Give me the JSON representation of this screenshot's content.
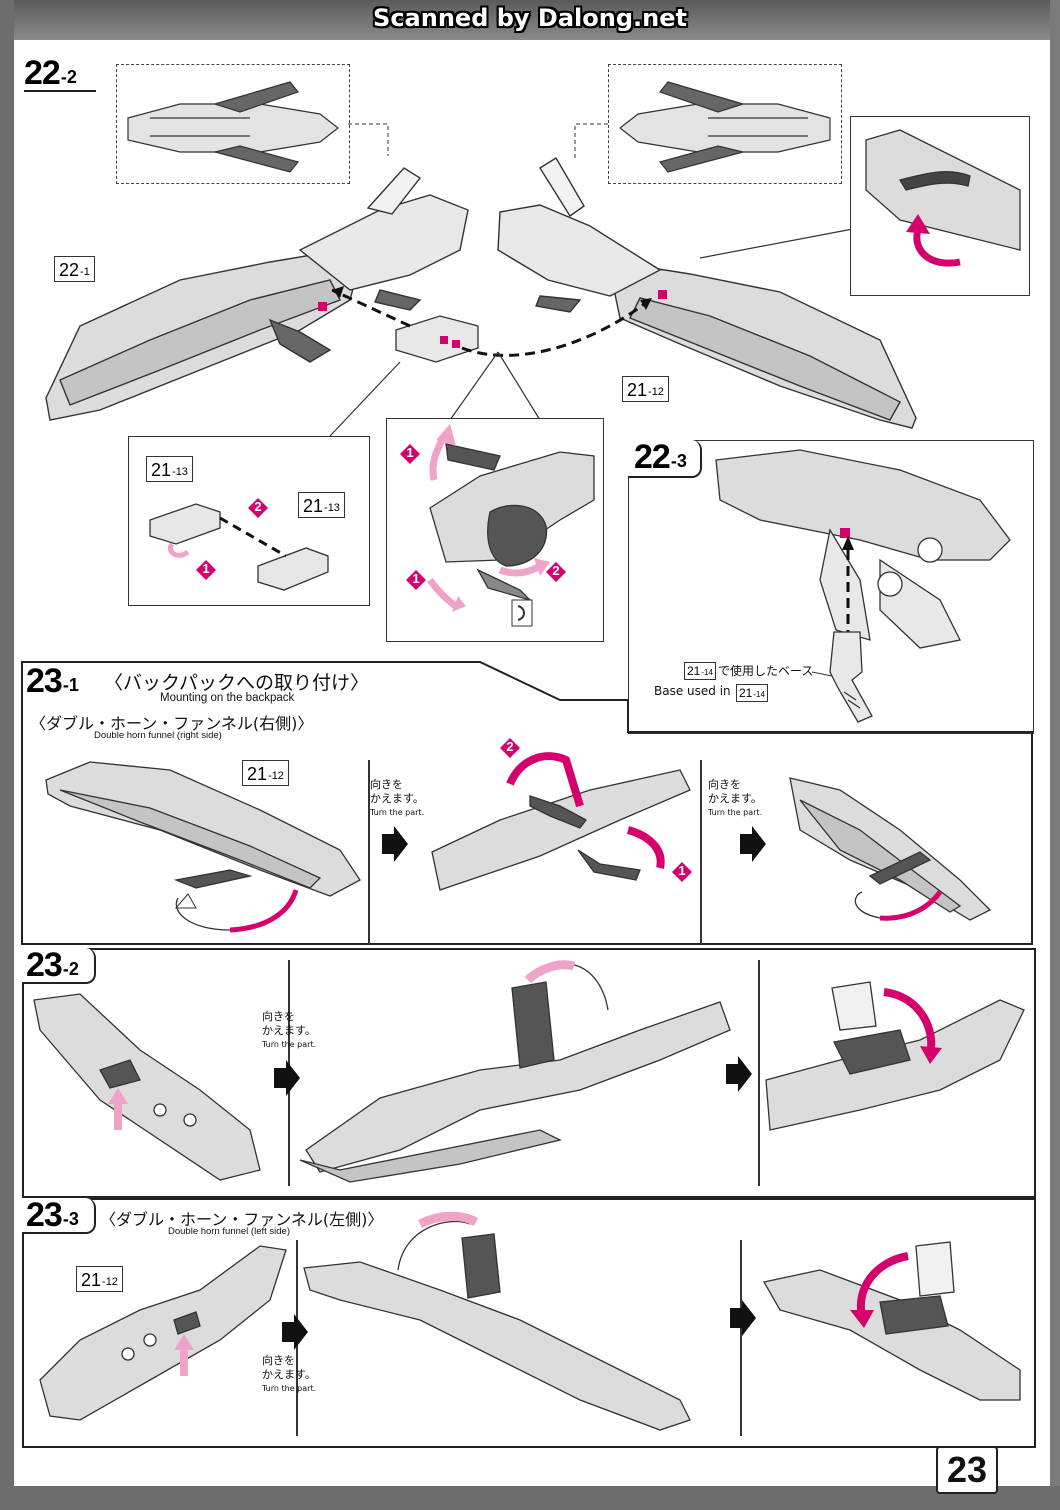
{
  "scan_credit": "Scanned by Dalong.net",
  "page_number": "23",
  "steps": {
    "s22_2": {
      "big": "22",
      "small": "-2"
    },
    "s22_3": {
      "big": "22",
      "small": "-3"
    },
    "s23_1": {
      "big": "23",
      "small": "-1"
    },
    "s23_2": {
      "big": "23",
      "small": "-2"
    },
    "s23_3": {
      "big": "23",
      "small": "-3"
    }
  },
  "refs": {
    "r22_1": {
      "big": "22",
      "small": "-1"
    },
    "r21_12_a": {
      "big": "21",
      "small": "-12"
    },
    "r21_13_a": {
      "big": "21",
      "small": "-13"
    },
    "r21_13_b": {
      "big": "21",
      "small": "-13"
    },
    "r21_12_b": {
      "big": "21",
      "small": "-12"
    },
    "r21_12_c": {
      "big": "21",
      "small": "-12"
    },
    "r21_14_a": {
      "big": "21",
      "small": "-14"
    },
    "r21_14_b": {
      "big": "21",
      "small": "-14"
    }
  },
  "titles": {
    "backpack_jp": "〈バックパックへの取り付け〉",
    "backpack_en": "Mounting on the backpack",
    "right_funnel_jp": "〈ダブル・ホーン・ファンネル(右側)〉",
    "right_funnel_en": "Double horn funnel (right side)",
    "left_funnel_jp": "〈ダブル・ホーン・ファンネル(左側)〉",
    "left_funnel_en": "Double horn funnel (left side)"
  },
  "base_note": {
    "jp_suffix": "で使用したベース",
    "en_prefix": "Base used in"
  },
  "turn_note": {
    "jp1": "向きを",
    "jp2": "かえます。",
    "en": "Turn the part."
  },
  "markers": {
    "one": "1",
    "two": "2"
  },
  "colors": {
    "accent": "#d6006d",
    "accent_light": "#f0a3c8",
    "part_gray": "#d9d9d9",
    "part_dark": "#555555"
  }
}
